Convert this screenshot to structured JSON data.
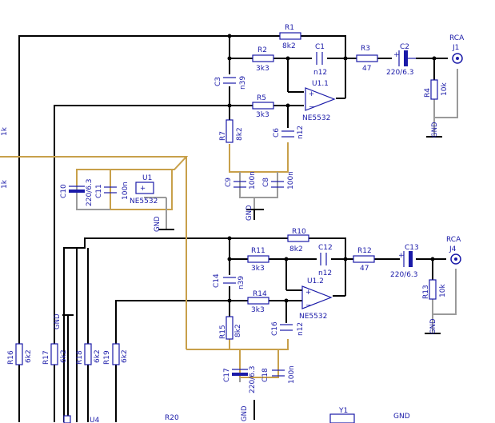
{
  "circuit": {
    "top": {
      "r1": {
        "ref": "R1",
        "value": "8k2"
      },
      "r2": {
        "ref": "R2",
        "value": "3k3"
      },
      "c1": {
        "ref": "C1",
        "value": "n12"
      },
      "r3": {
        "ref": "R3",
        "value": "47"
      },
      "c2": {
        "ref": "C2",
        "value": "220/6.3"
      },
      "j1": {
        "ref": "J1",
        "type": "RCA"
      },
      "r4": {
        "ref": "R4",
        "value": "10k"
      },
      "c3": {
        "ref": "C3",
        "value": "n39"
      },
      "r5": {
        "ref": "R5",
        "value": "3k3"
      },
      "u11": {
        "ref": "U1.1",
        "part": "NE5532"
      },
      "r7": {
        "ref": "R7",
        "value": "8k2"
      },
      "c6": {
        "ref": "C6",
        "value": "n12"
      },
      "c9": {
        "ref": "C9",
        "value": "100n"
      },
      "c8": {
        "ref": "C8",
        "value": "100n"
      },
      "gnd": "GND",
      "gnd2": "GND"
    },
    "power": {
      "c10": {
        "ref": "C10",
        "value": "220/6.3"
      },
      "c11": {
        "ref": "C11",
        "value": "100n"
      },
      "u1": {
        "ref": "U1",
        "part": "NE5532"
      },
      "gnd": "GND"
    },
    "bottom": {
      "r10": {
        "ref": "R10",
        "value": "8k2"
      },
      "r11": {
        "ref": "R11",
        "value": "3k3"
      },
      "c12": {
        "ref": "C12",
        "value": "n12"
      },
      "r12": {
        "ref": "R12",
        "value": "47"
      },
      "c13": {
        "ref": "C13",
        "value": "220/6.3"
      },
      "j4": {
        "ref": "J4",
        "type": "RCA"
      },
      "r13": {
        "ref": "R13",
        "value": "10k"
      },
      "c14": {
        "ref": "C14",
        "value": "n39"
      },
      "r14": {
        "ref": "R14",
        "value": "3k3"
      },
      "u12": {
        "ref": "U1.2",
        "part": "NE5532"
      },
      "r15": {
        "ref": "R15",
        "value": "8k2"
      },
      "c16": {
        "ref": "C16",
        "value": "n12"
      },
      "c17": {
        "ref": "C17",
        "value": "220/6.3"
      },
      "c18": {
        "ref": "C18",
        "value": "100n"
      },
      "gnd": "GND",
      "gnd2": "GND"
    },
    "left": {
      "r16": {
        "ref": "R16",
        "value": "6k2"
      },
      "r17": {
        "ref": "R17",
        "value": "6k2"
      },
      "r18": {
        "ref": "R18",
        "value": "6k2"
      },
      "r19": {
        "ref": "R19",
        "value": "6k2"
      },
      "gnd": "GND",
      "edge1": "1k",
      "edge2": "1k"
    },
    "footer": {
      "u4": "U4",
      "r20": "R20",
      "y1": "Y1",
      "gnd": "GND"
    }
  }
}
